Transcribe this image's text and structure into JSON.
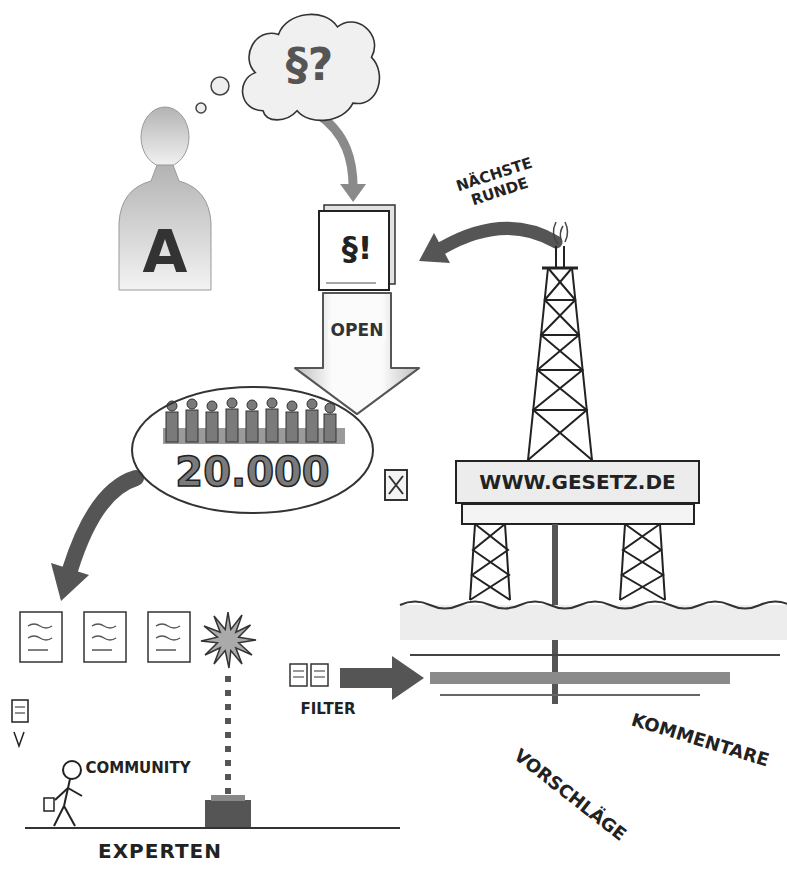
{
  "diagram": {
    "nodes": [
      {
        "text": [
          "A"
        ]
      },
      {
        "text": [
          "§?"
        ]
      },
      {
        "text": [
          "§!"
        ]
      },
      {
        "text": [
          "20.000"
        ]
      },
      {
        "text": [
          "WWW.GESETZ.DE"
        ]
      }
    ],
    "edges": [
      {
        "from": 1,
        "to": 2,
        "arrow": "to"
      },
      {
        "from": 2,
        "to": 3,
        "label": "OPEN",
        "arrow": "to"
      }
    ],
    "labels": [
      "NÄCHSTE RUNDE",
      "FILTER",
      "COMMUNITY",
      "EXPERTEN",
      "VORSCHLÄGE",
      "KOMMENTARE"
    ]
  }
}
